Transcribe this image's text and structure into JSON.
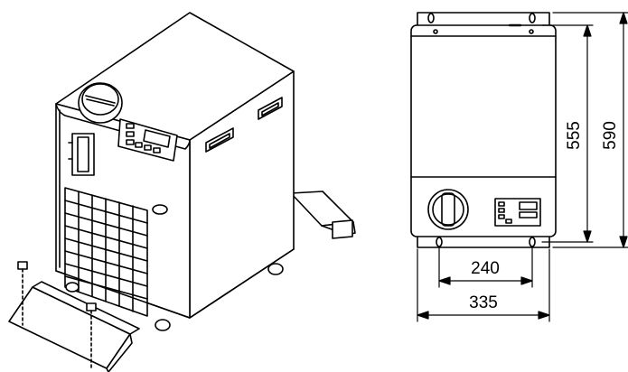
{
  "dimensions": {
    "inner_height": "555",
    "outer_height": "590",
    "bolt_spacing": "240",
    "overall_width": "335"
  },
  "colors": {
    "line": "#000000",
    "fill": "#ffffff",
    "shade": "#e8e8e8"
  },
  "icons": {
    "product": "chiller-unit-isometric",
    "top_view": "chiller-top-view",
    "bracket": "mounting-bracket",
    "bolt": "bolt"
  }
}
